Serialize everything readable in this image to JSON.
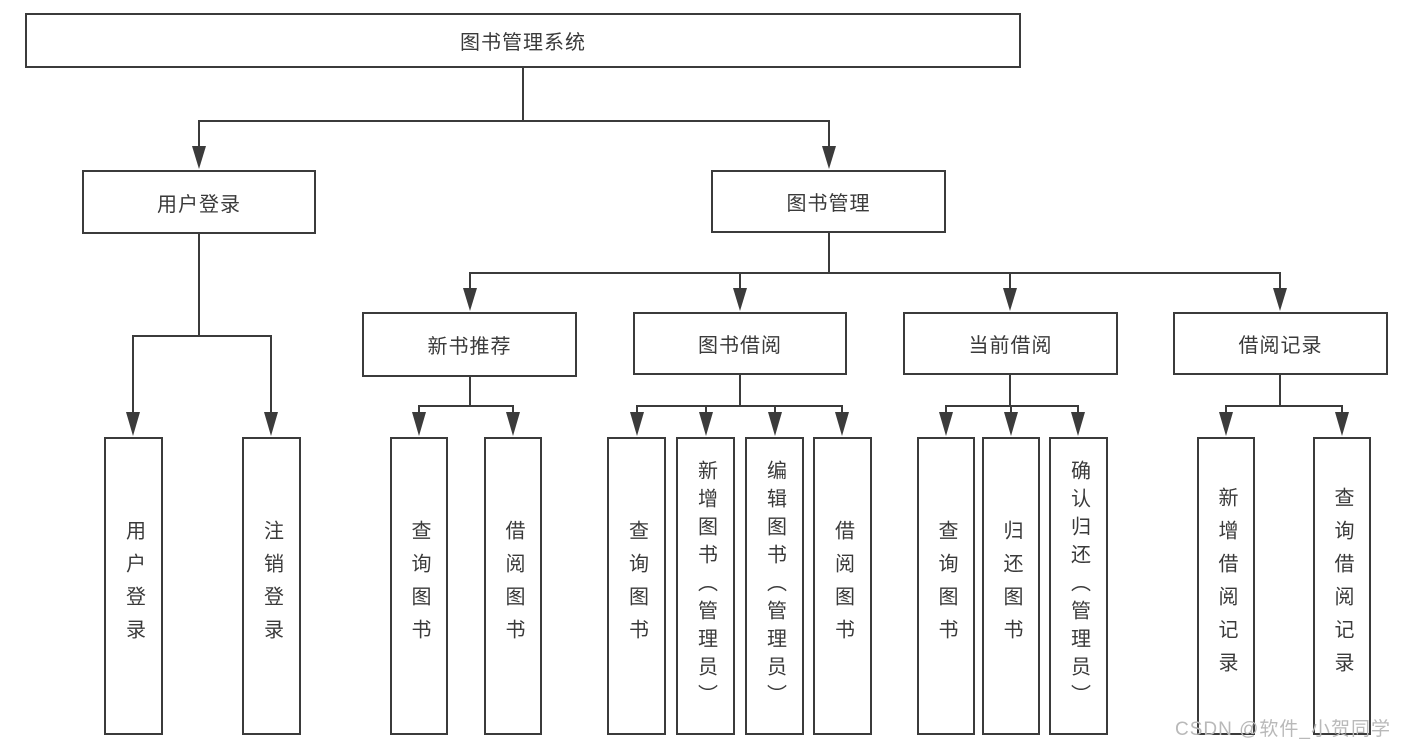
{
  "watermark": "CSDN @软件_小贺同学",
  "colors": {
    "line": "#3b3b3b",
    "box_border": "#3b3b3b",
    "text": "#3a3a3a",
    "watermark_text": "#b9b9b9",
    "background": "#ffffff"
  },
  "tree": {
    "label": "图书管理系统",
    "children": [
      {
        "label": "用户登录",
        "children": [
          {
            "label": "用户登录"
          },
          {
            "label": "注销登录"
          }
        ]
      },
      {
        "label": "图书管理",
        "children": [
          {
            "label": "新书推荐",
            "children": [
              {
                "label": "查询图书"
              },
              {
                "label": "借阅图书"
              }
            ]
          },
          {
            "label": "图书借阅",
            "children": [
              {
                "label": "查询图书"
              },
              {
                "label": "新增图书（管理员）"
              },
              {
                "label": "编辑图书（管理员）"
              },
              {
                "label": "借阅图书"
              }
            ]
          },
          {
            "label": "当前借阅",
            "children": [
              {
                "label": "查询图书"
              },
              {
                "label": "归还图书"
              },
              {
                "label": "确认归还（管理员）"
              }
            ]
          },
          {
            "label": "借阅记录",
            "children": [
              {
                "label": "新增借阅记录"
              },
              {
                "label": "查询借阅记录"
              }
            ]
          }
        ]
      }
    ]
  }
}
